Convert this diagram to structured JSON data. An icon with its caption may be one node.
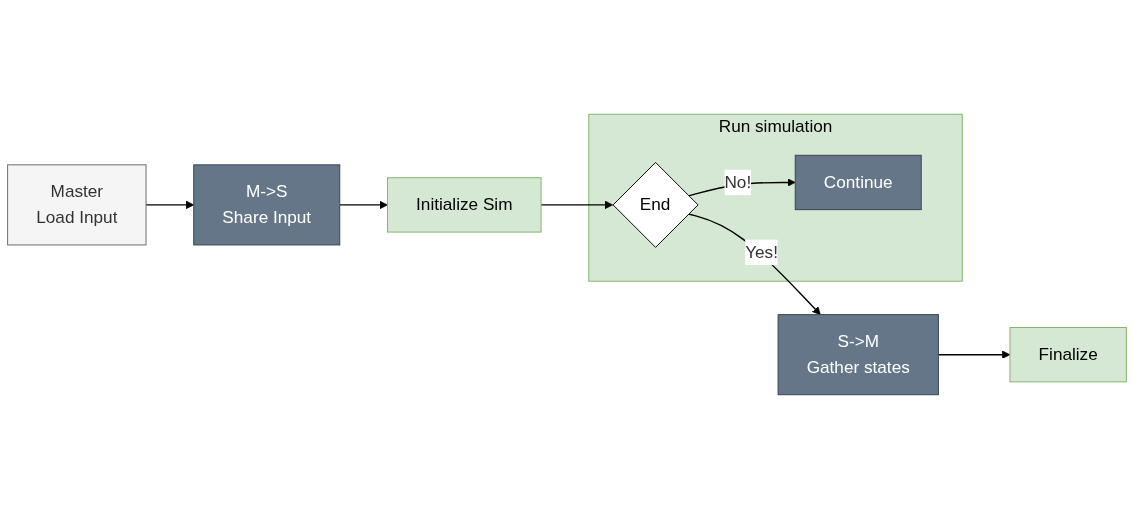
{
  "diagram": {
    "nodes": [
      {
        "text": [
          "Master",
          "Load Input"
        ]
      },
      {
        "text": [
          "M->S",
          "Share Input"
        ]
      },
      {
        "text": [
          "Initialize Sim"
        ]
      },
      {
        "text": [
          "Run simulation"
        ]
      },
      {
        "text": [
          "End"
        ],
        "in": 3
      },
      {
        "text": [
          "Continue"
        ],
        "in": 3
      },
      {
        "text": [
          "S->M",
          "Gather states"
        ]
      },
      {
        "text": [
          "Finalize"
        ]
      }
    ],
    "edges": [
      {
        "from": 0,
        "to": 1,
        "arrow": "to"
      },
      {
        "from": 1,
        "to": 2,
        "arrow": "to"
      },
      {
        "from": 2,
        "to": 4,
        "arrow": "to"
      },
      {
        "from": 4,
        "to": 6,
        "arrow": "to",
        "label": "Yes!"
      },
      {
        "from": 4,
        "to": 5,
        "arrow": "to",
        "label": "No!"
      },
      {
        "from": 6,
        "to": 7,
        "arrow": "to"
      }
    ]
  }
}
